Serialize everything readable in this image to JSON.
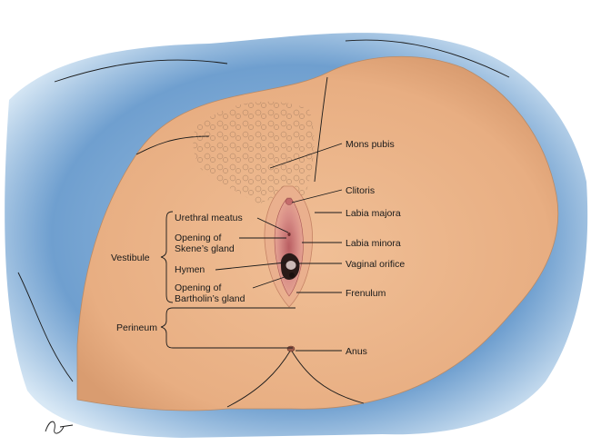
{
  "labels": {
    "mons_pubis": "Mons pubis",
    "clitoris": "Clitoris",
    "labia_majora": "Labia majora",
    "labia_minora": "Labia minora",
    "vaginal_orifice": "Vaginal orifice",
    "frenulum": "Frenulum",
    "anus": "Anus",
    "urethral_meatus": "Urethral meatus",
    "skene_line1": "Opening of",
    "skene_line2": "Skene’s gland",
    "hymen": "Hymen",
    "bartholin_line1": "Opening of",
    "bartholin_line2": "Bartholin’s gland",
    "vestibule": "Vestibule",
    "perineum": "Perineum"
  },
  "colors": {
    "drape": "#6f9fcf",
    "drape_light": "#bcd6ec",
    "skin": "#ecb58b",
    "skin_shadow": "#d49a72",
    "labia": "#d98f88",
    "labia_inner": "#c7706f",
    "orifice": "#2a1a18"
  }
}
